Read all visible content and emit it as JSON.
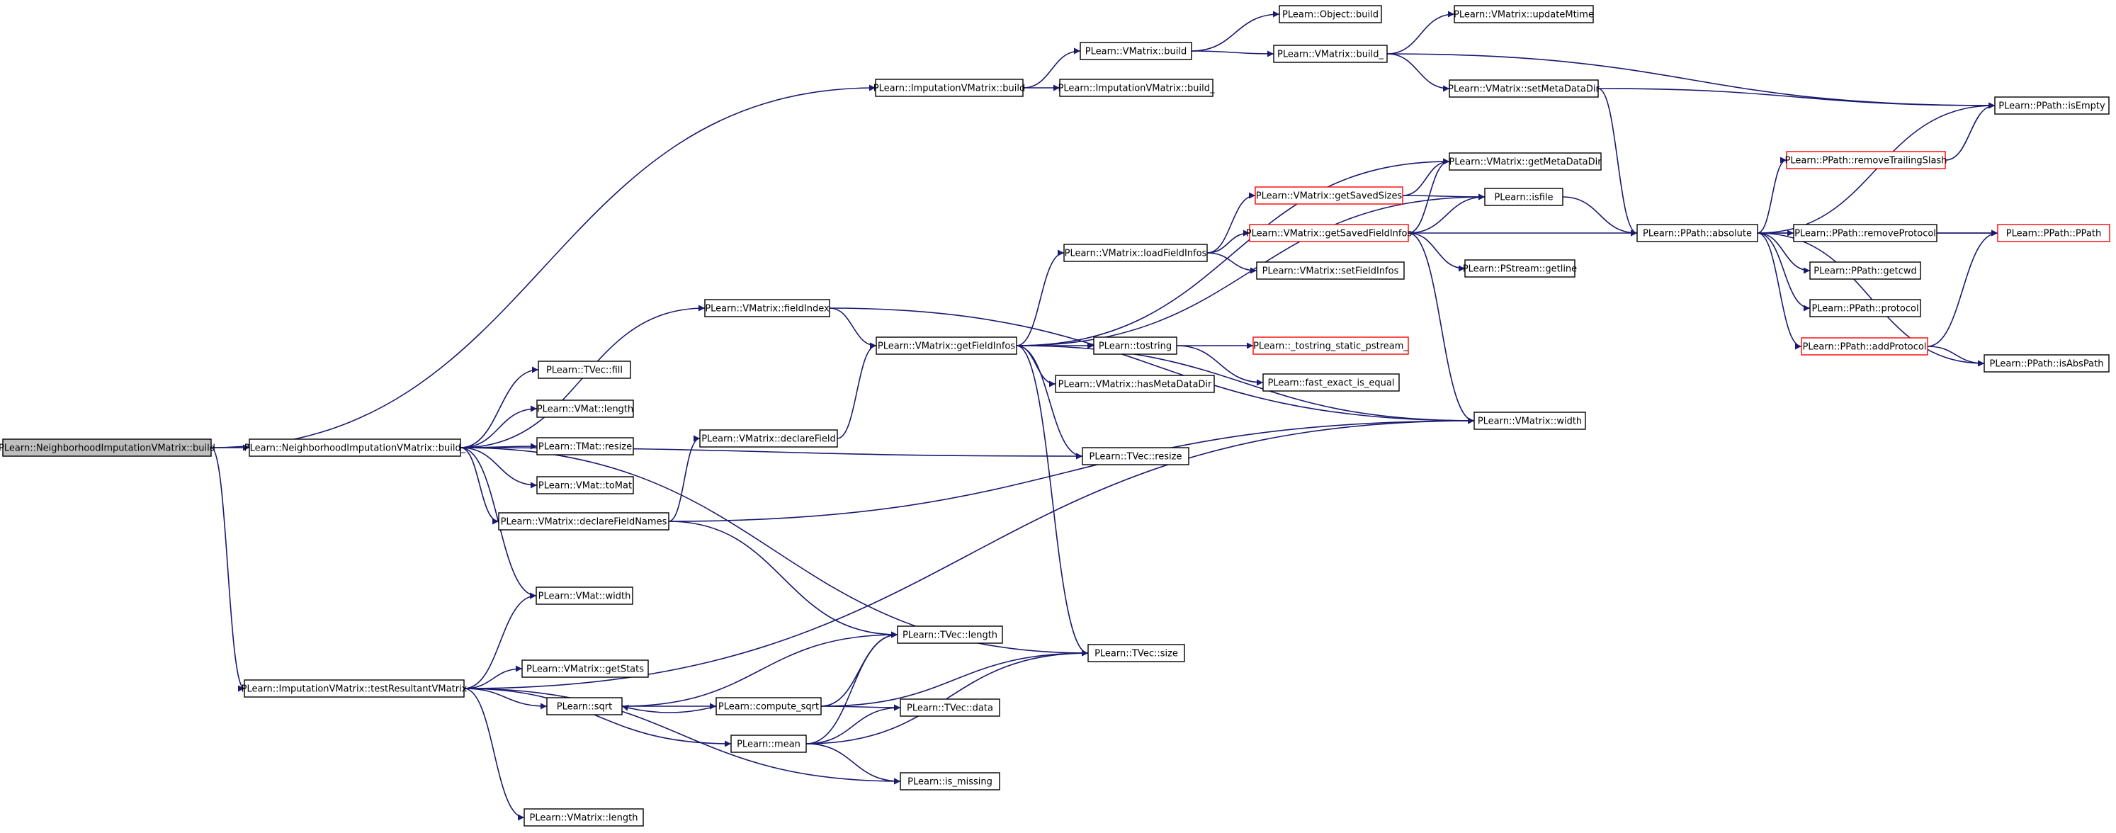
{
  "colors": {
    "edge": "#191970",
    "node_border": "#000000",
    "node_fill": "#ffffff",
    "root_fill": "#bfbfbf",
    "truncated_border": "#ff0000"
  },
  "nodes": {
    "root": {
      "label": "PLearn::NeighborhoodImputationVMatrix::build",
      "style": "root"
    },
    "nivm_build_": {
      "label": "PLearn::NeighborhoodImputationVMatrix::build_",
      "style": "normal"
    },
    "ivm_build": {
      "label": "PLearn::ImputationVMatrix::build",
      "style": "normal"
    },
    "ivm_build_": {
      "label": "PLearn::ImputationVMatrix::build_",
      "style": "normal"
    },
    "ivm_test": {
      "label": "PLearn::ImputationVMatrix::testResultantVMatrix",
      "style": "normal"
    },
    "vm_build": {
      "label": "PLearn::VMatrix::build",
      "style": "normal"
    },
    "obj_build": {
      "label": "PLearn::Object::build",
      "style": "normal"
    },
    "vm_build_": {
      "label": "PLearn::VMatrix::build_",
      "style": "normal"
    },
    "vm_updateMtime": {
      "label": "PLearn::VMatrix::updateMtime",
      "style": "normal"
    },
    "vm_setMetaDataDir": {
      "label": "PLearn::VMatrix::setMetaDataDir",
      "style": "normal"
    },
    "pp_isEmpty": {
      "label": "PLearn::PPath::isEmpty",
      "style": "normal"
    },
    "vm_getMetaDataDir": {
      "label": "PLearn::VMatrix::getMetaDataDir",
      "style": "normal"
    },
    "pp_removeTrailingSlash": {
      "label": "PLearn::PPath::removeTrailingSlash",
      "style": "truncated"
    },
    "vm_getSavedSizes": {
      "label": "PLearn::VMatrix::getSavedSizes",
      "style": "truncated"
    },
    "isfile": {
      "label": "PLearn::isfile",
      "style": "normal"
    },
    "vm_getSavedFieldInfos": {
      "label": "PLearn::VMatrix::getSavedFieldInfos",
      "style": "truncated"
    },
    "pp_absolute": {
      "label": "PLearn::PPath::absolute",
      "style": "normal"
    },
    "pp_removeProtocol": {
      "label": "PLearn::PPath::removeProtocol",
      "style": "normal"
    },
    "pp_PPath": {
      "label": "PLearn::PPath::PPath",
      "style": "truncated"
    },
    "vm_loadFieldInfos": {
      "label": "PLearn::VMatrix::loadFieldInfos",
      "style": "normal"
    },
    "vm_setFieldInfos": {
      "label": "PLearn::VMatrix::setFieldInfos",
      "style": "normal"
    },
    "ps_getline": {
      "label": "PLearn::PStream::getline",
      "style": "normal"
    },
    "pp_getcwd": {
      "label": "PLearn::PPath::getcwd",
      "style": "normal"
    },
    "vm_fieldIndex": {
      "label": "PLearn::VMatrix::fieldIndex",
      "style": "normal"
    },
    "vm_getFieldInfos": {
      "label": "PLearn::VMatrix::getFieldInfos",
      "style": "normal"
    },
    "tostring": {
      "label": "PLearn::tostring",
      "style": "normal"
    },
    "tostring_static": {
      "label": "PLearn::_tostring_static_pstream_",
      "style": "truncated"
    },
    "pp_protocol": {
      "label": "PLearn::PPath::protocol",
      "style": "normal"
    },
    "pp_addProtocol": {
      "label": "PLearn::PPath::addProtocol",
      "style": "truncated"
    },
    "pp_isAbsPath": {
      "label": "PLearn::PPath::isAbsPath",
      "style": "normal"
    },
    "tvec_fill": {
      "label": "PLearn::TVec::fill",
      "style": "normal"
    },
    "fast_exact": {
      "label": "PLearn::fast_exact_is_equal",
      "style": "normal"
    },
    "vm_hasMetaDataDir": {
      "label": "PLearn::VMatrix::hasMetaDataDir",
      "style": "normal"
    },
    "vmat_length": {
      "label": "PLearn::VMat::length",
      "style": "normal"
    },
    "vm_declareField": {
      "label": "PLearn::VMatrix::declareField",
      "style": "normal"
    },
    "vm_width": {
      "label": "PLearn::VMatrix::width",
      "style": "normal"
    },
    "tmat_resize": {
      "label": "PLearn::TMat::resize",
      "style": "normal"
    },
    "tvec_resize": {
      "label": "PLearn::TVec::resize",
      "style": "normal"
    },
    "vmat_toMat": {
      "label": "PLearn::VMat::toMat",
      "style": "normal"
    },
    "vm_declareFieldNames": {
      "label": "PLearn::VMatrix::declareFieldNames",
      "style": "normal"
    },
    "vmat_width": {
      "label": "PLearn::VMat::width",
      "style": "normal"
    },
    "tvec_length": {
      "label": "PLearn::TVec::length",
      "style": "normal"
    },
    "tvec_size": {
      "label": "PLearn::TVec::size",
      "style": "normal"
    },
    "vm_getStats": {
      "label": "PLearn::VMatrix::getStats",
      "style": "normal"
    },
    "sqrt": {
      "label": "PLearn::sqrt",
      "style": "normal"
    },
    "compute_sqrt": {
      "label": "PLearn::compute_sqrt",
      "style": "normal"
    },
    "tvec_data": {
      "label": "PLearn::TVec::data",
      "style": "normal"
    },
    "mean": {
      "label": "PLearn::mean",
      "style": "normal"
    },
    "is_missing": {
      "label": "PLearn::is_missing",
      "style": "normal"
    },
    "vm_length": {
      "label": "PLearn::VMatrix::length",
      "style": "normal"
    }
  },
  "edges": [
    {
      "from": "root",
      "to": "nivm_build_"
    },
    {
      "from": "root",
      "to": "ivm_build"
    },
    {
      "from": "root",
      "to": "ivm_test"
    },
    {
      "from": "ivm_build",
      "to": "ivm_build_"
    },
    {
      "from": "ivm_build",
      "to": "vm_build"
    },
    {
      "from": "vm_build",
      "to": "obj_build"
    },
    {
      "from": "vm_build",
      "to": "vm_build_"
    },
    {
      "from": "vm_build_",
      "to": "vm_updateMtime"
    },
    {
      "from": "vm_build_",
      "to": "vm_setMetaDataDir"
    },
    {
      "from": "vm_build_",
      "to": "pp_isEmpty"
    },
    {
      "from": "vm_setMetaDataDir",
      "to": "pp_isEmpty"
    },
    {
      "from": "vm_setMetaDataDir",
      "to": "pp_absolute"
    },
    {
      "from": "pp_removeTrailingSlash",
      "to": "pp_isEmpty"
    },
    {
      "from": "pp_absolute",
      "to": "pp_isEmpty"
    },
    {
      "from": "pp_absolute",
      "to": "pp_removeTrailingSlash"
    },
    {
      "from": "pp_absolute",
      "to": "pp_PPath"
    },
    {
      "from": "pp_absolute",
      "to": "pp_removeProtocol"
    },
    {
      "from": "pp_absolute",
      "to": "pp_getcwd"
    },
    {
      "from": "pp_absolute",
      "to": "pp_protocol"
    },
    {
      "from": "pp_absolute",
      "to": "pp_addProtocol"
    },
    {
      "from": "pp_absolute",
      "to": "pp_isAbsPath"
    },
    {
      "from": "pp_removeProtocol",
      "to": "pp_PPath"
    },
    {
      "from": "pp_addProtocol",
      "to": "pp_PPath"
    },
    {
      "from": "pp_addProtocol",
      "to": "pp_isAbsPath"
    },
    {
      "from": "isfile",
      "to": "pp_absolute"
    },
    {
      "from": "vm_getSavedSizes",
      "to": "vm_getMetaDataDir"
    },
    {
      "from": "vm_getSavedSizes",
      "to": "isfile"
    },
    {
      "from": "vm_getSavedFieldInfos",
      "to": "vm_getMetaDataDir"
    },
    {
      "from": "vm_getSavedFieldInfos",
      "to": "isfile"
    },
    {
      "from": "vm_getSavedFieldInfos",
      "to": "pp_absolute"
    },
    {
      "from": "vm_getSavedFieldInfos",
      "to": "ps_getline"
    },
    {
      "from": "vm_getSavedFieldInfos",
      "to": "vm_width"
    },
    {
      "from": "vm_loadFieldInfos",
      "to": "vm_getSavedSizes"
    },
    {
      "from": "vm_loadFieldInfos",
      "to": "vm_getSavedFieldInfos"
    },
    {
      "from": "vm_loadFieldInfos",
      "to": "vm_setFieldInfos"
    },
    {
      "from": "vm_getFieldInfos",
      "to": "vm_getMetaDataDir"
    },
    {
      "from": "vm_getFieldInfos",
      "to": "isfile"
    },
    {
      "from": "vm_getFieldInfos",
      "to": "vm_loadFieldInfos"
    },
    {
      "from": "vm_getFieldInfos",
      "to": "tostring"
    },
    {
      "from": "vm_getFieldInfos",
      "to": "vm_hasMetaDataDir"
    },
    {
      "from": "vm_getFieldInfos",
      "to": "vm_width"
    },
    {
      "from": "vm_getFieldInfos",
      "to": "tvec_resize"
    },
    {
      "from": "vm_getFieldInfos",
      "to": "tvec_size"
    },
    {
      "from": "tostring",
      "to": "tostring_static"
    },
    {
      "from": "tostring",
      "to": "fast_exact"
    },
    {
      "from": "vm_fieldIndex",
      "to": "vm_getFieldInfos"
    },
    {
      "from": "vm_fieldIndex",
      "to": "vm_width"
    },
    {
      "from": "vm_declareField",
      "to": "vm_getFieldInfos"
    },
    {
      "from": "nivm_build_",
      "to": "vm_fieldIndex"
    },
    {
      "from": "nivm_build_",
      "to": "tvec_fill"
    },
    {
      "from": "nivm_build_",
      "to": "vmat_length"
    },
    {
      "from": "nivm_build_",
      "to": "tmat_resize"
    },
    {
      "from": "nivm_build_",
      "to": "vmat_toMat"
    },
    {
      "from": "nivm_build_",
      "to": "vm_declareFieldNames"
    },
    {
      "from": "nivm_build_",
      "to": "vmat_width"
    },
    {
      "from": "nivm_build_",
      "to": "tvec_resize"
    },
    {
      "from": "nivm_build_",
      "to": "tvec_size"
    },
    {
      "from": "vm_declareFieldNames",
      "to": "vm_declareField"
    },
    {
      "from": "vm_declareFieldNames",
      "to": "vm_width"
    },
    {
      "from": "vm_declareFieldNames",
      "to": "tvec_length"
    },
    {
      "from": "ivm_test",
      "to": "vmat_width"
    },
    {
      "from": "ivm_test",
      "to": "vm_width"
    },
    {
      "from": "ivm_test",
      "to": "vm_getStats"
    },
    {
      "from": "ivm_test",
      "to": "sqrt"
    },
    {
      "from": "ivm_test",
      "to": "mean"
    },
    {
      "from": "ivm_test",
      "to": "is_missing"
    },
    {
      "from": "ivm_test",
      "to": "vm_length"
    },
    {
      "from": "sqrt",
      "to": "compute_sqrt"
    },
    {
      "from": "sqrt",
      "to": "tvec_length"
    },
    {
      "from": "compute_sqrt",
      "to": "sqrt"
    },
    {
      "from": "compute_sqrt",
      "to": "tvec_length"
    },
    {
      "from": "compute_sqrt",
      "to": "tvec_size"
    },
    {
      "from": "compute_sqrt",
      "to": "tvec_data"
    },
    {
      "from": "mean",
      "to": "tvec_length"
    },
    {
      "from": "mean",
      "to": "tvec_size"
    },
    {
      "from": "mean",
      "to": "tvec_data"
    },
    {
      "from": "mean",
      "to": "is_missing"
    }
  ]
}
